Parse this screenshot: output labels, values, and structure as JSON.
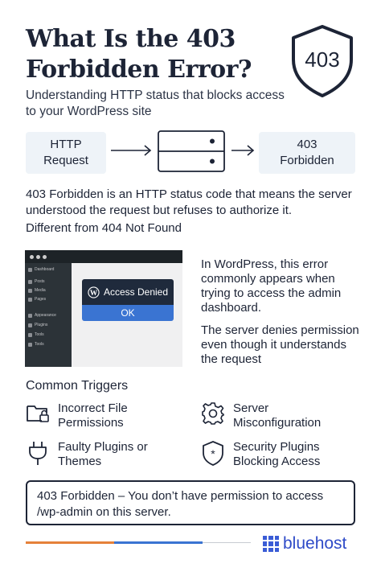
{
  "header": {
    "title": "What Is the 403 Forbidden Error?",
    "subtitle": "Understanding HTTP status that blocks access to your WordPress site",
    "badge_code": "403"
  },
  "flow": {
    "request_label": "HTTP Request",
    "result_label": "403 Forbidden"
  },
  "definition": {
    "text": "403 Forbidden is an HTTP status code that means the server understood the request but refuses to authorize it.",
    "difference": "Different from 404 Not Found"
  },
  "screenshot": {
    "menu": [
      "Dashboard",
      "Posts",
      "Media",
      "Pages",
      "Appearance",
      "Plugins",
      "Tools",
      "Tools"
    ],
    "dialog_title": "Access Denied",
    "dialog_button": "OK"
  },
  "explanation": {
    "p1": "In WordPress, this error commonly appears when trying to access the admin dashboard.",
    "p2": "The server denies permission even though it understands the request"
  },
  "triggers": {
    "heading": "Common Triggers",
    "items": [
      {
        "icon": "folder-lock-icon",
        "label": "Incorrect File Permissions"
      },
      {
        "icon": "gear-icon",
        "label": "Server Misconfiguration"
      },
      {
        "icon": "plug-icon",
        "label": "Faulty Plugins or Themes"
      },
      {
        "icon": "shield-icon",
        "label": "Security Plugins Blocking Access"
      }
    ]
  },
  "notice": {
    "text": "403 Forbidden – You don’t have permission to access /wp-admin on this server."
  },
  "brand": {
    "name": "bluehost"
  },
  "colors": {
    "accent_orange": "#e5813a",
    "accent_blue": "#3a74d2",
    "brand_blue": "#2f4bc8",
    "text_dark": "#1d2436"
  }
}
